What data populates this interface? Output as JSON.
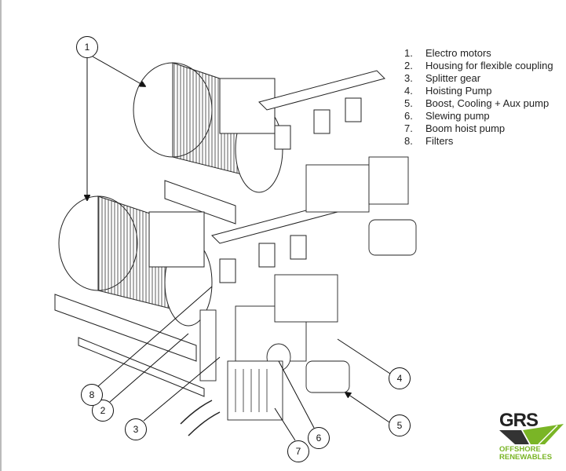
{
  "legend": [
    {
      "num": "1.",
      "label": "Electro motors"
    },
    {
      "num": "2.",
      "label": "Housing for flexible coupling"
    },
    {
      "num": "3.",
      "label": "Splitter gear"
    },
    {
      "num": "4.",
      "label": "Hoisting Pump"
    },
    {
      "num": "5.",
      "label": "Boost, Cooling + Aux pump"
    },
    {
      "num": "6.",
      "label": "Slewing pump"
    },
    {
      "num": "7.",
      "label": "Boom hoist pump"
    },
    {
      "num": "8.",
      "label": "Filters"
    }
  ],
  "callouts": [
    "1",
    "2",
    "3",
    "4",
    "5",
    "6",
    "7",
    "8"
  ],
  "logo": {
    "main": "GRS",
    "line1": "OFFSHORE",
    "line2": "RENEWABLES",
    "accent": "#7ab526"
  }
}
